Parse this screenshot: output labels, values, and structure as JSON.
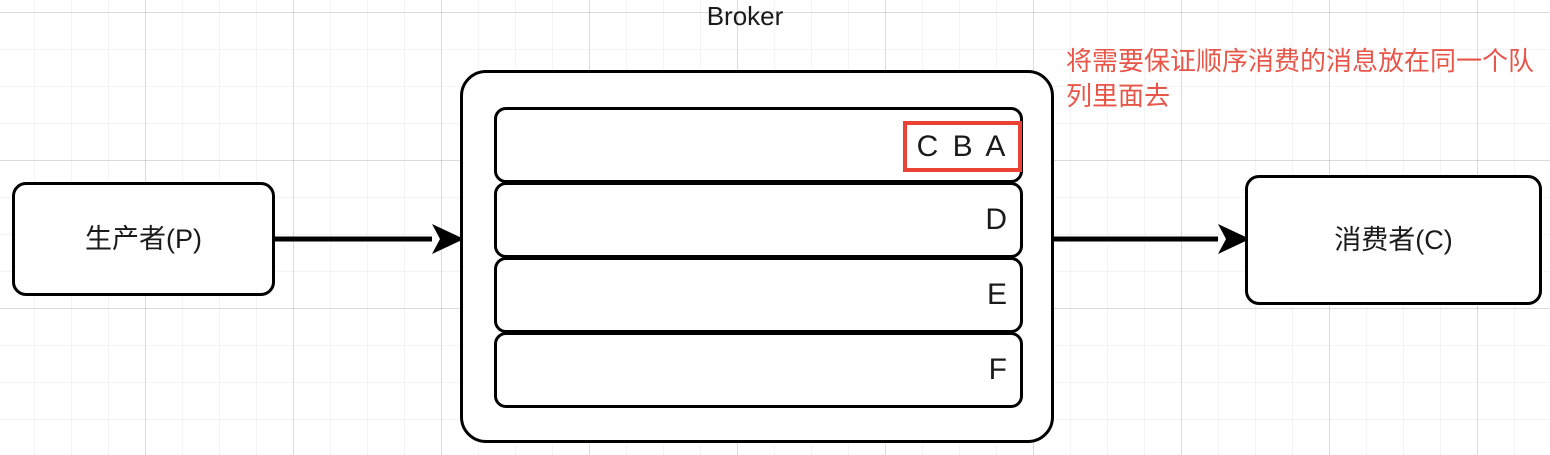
{
  "diagram": {
    "broker": {
      "title": "Broker",
      "queues": [
        {
          "id": "queue-0",
          "label": "C B A",
          "highlighted": true
        },
        {
          "id": "queue-1",
          "label": "D",
          "highlighted": false
        },
        {
          "id": "queue-2",
          "label": "E",
          "highlighted": false
        },
        {
          "id": "queue-3",
          "label": "F",
          "highlighted": false
        }
      ]
    },
    "producer": {
      "label": "生产者(P)"
    },
    "consumer": {
      "label": "消费者(C)"
    },
    "annotation": {
      "text": "将需要保证顺序消费的消息放在同一个队列里面去",
      "color": "#e8564a"
    },
    "highlight": {
      "color": "#ea4335"
    },
    "arrows": [
      {
        "name": "producer-to-broker",
        "from": "生产者(P)",
        "to": "Broker"
      },
      {
        "name": "broker-to-consumer",
        "from": "Broker",
        "to": "消费者(C)"
      }
    ],
    "colors": {
      "stroke": "#000000",
      "text": "#1a1a1a",
      "background": "#ffffff",
      "grid_minor": "rgba(0,0,0,0.045)",
      "grid_major": "rgba(0,0,0,0.10)"
    }
  }
}
